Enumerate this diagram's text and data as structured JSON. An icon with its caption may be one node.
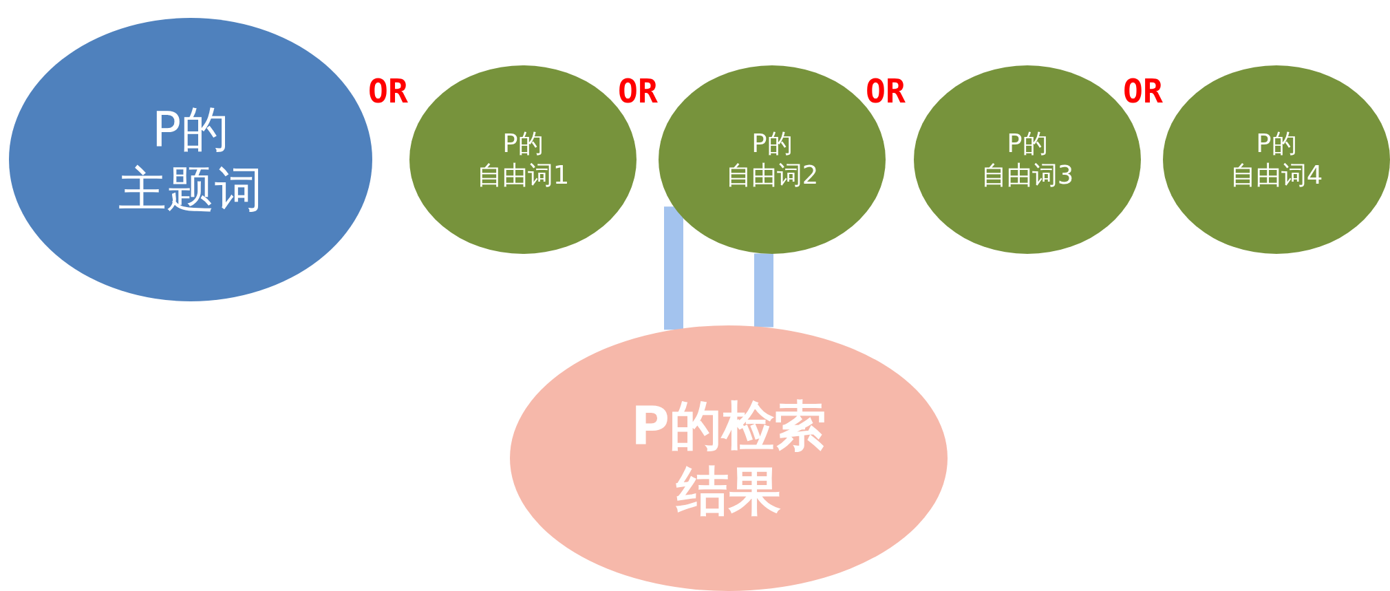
{
  "diagram": {
    "nodes": [
      {
        "text": [
          "P的主题词"
        ]
      },
      {
        "text": [
          "P的自由词1"
        ]
      },
      {
        "text": [
          "P的自由词2"
        ]
      },
      {
        "text": [
          "P的自由词3"
        ]
      },
      {
        "text": [
          "P的自由词4"
        ]
      },
      {
        "text": [
          "P的检索结果"
        ]
      }
    ],
    "edges": [
      {
        "from": 2,
        "to": 5,
        "arrow": "none"
      },
      {
        "from": 2,
        "to": 5,
        "arrow": "none"
      }
    ],
    "labels": [
      "OR",
      "OR",
      "OR",
      "OR"
    ]
  }
}
